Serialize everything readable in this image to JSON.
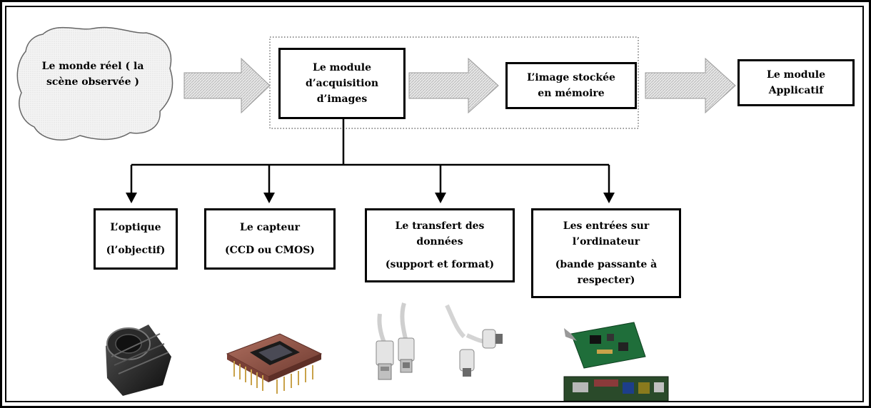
{
  "cloud": {
    "line1": "Le monde réel ( la",
    "line2": "scène observée )"
  },
  "acquisition": {
    "line1": "Le module",
    "line2": "d’acquisition",
    "line3": "d’images"
  },
  "memory": {
    "line1": "L’image stockée",
    "line2": "en mémoire"
  },
  "application": {
    "line1": "Le module",
    "line2": "Applicatif"
  },
  "sub_boxes": [
    {
      "lines": [
        "L’optique",
        "(l’objectif)"
      ],
      "device_icon": "lens-icon"
    },
    {
      "lines": [
        "Le capteur",
        "(CCD ou CMOS)"
      ],
      "device_icon": "sensor-chip-icon"
    },
    {
      "lines": [
        "Le transfert des",
        "données",
        "(support et format)"
      ],
      "device_icon": "usb-cable-icon"
    },
    {
      "lines": [
        "Les entrées sur",
        "l’ordinateur",
        "(bande passante à",
        "respecter)"
      ],
      "device_icon": "capture-card-icon"
    }
  ]
}
